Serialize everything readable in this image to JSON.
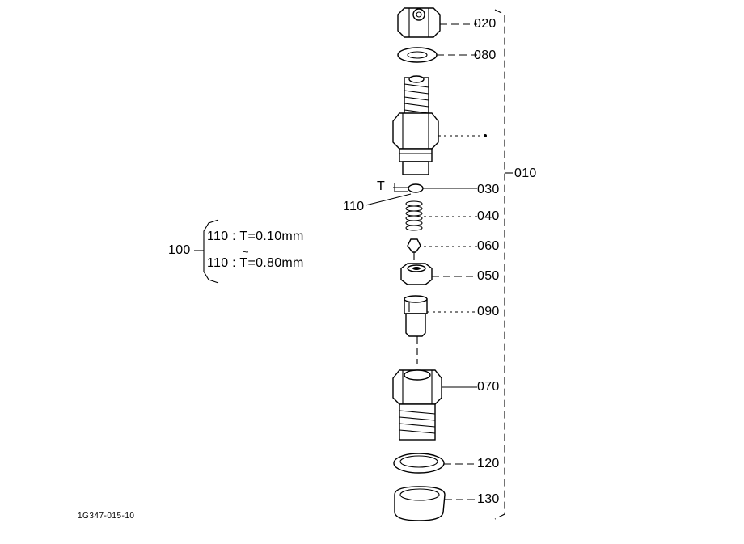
{
  "diagram": {
    "parts": [
      {
        "code": "020"
      },
      {
        "code": "080"
      },
      {
        "code": "010"
      },
      {
        "code": "030"
      },
      {
        "code": "110"
      },
      {
        "code": "040"
      },
      {
        "code": "060"
      },
      {
        "code": "050"
      },
      {
        "code": "090"
      },
      {
        "code": "070"
      },
      {
        "code": "120"
      },
      {
        "code": "130"
      }
    ],
    "thickness_marker": "T",
    "assembly": {
      "code": "100",
      "options": [
        {
          "part": "110",
          "spec": "T=0.10mm"
        },
        {
          "part": "110",
          "spec": "T=0.80mm"
        }
      ],
      "range_mark": "~"
    },
    "figure_code": "1G347-015-10"
  }
}
